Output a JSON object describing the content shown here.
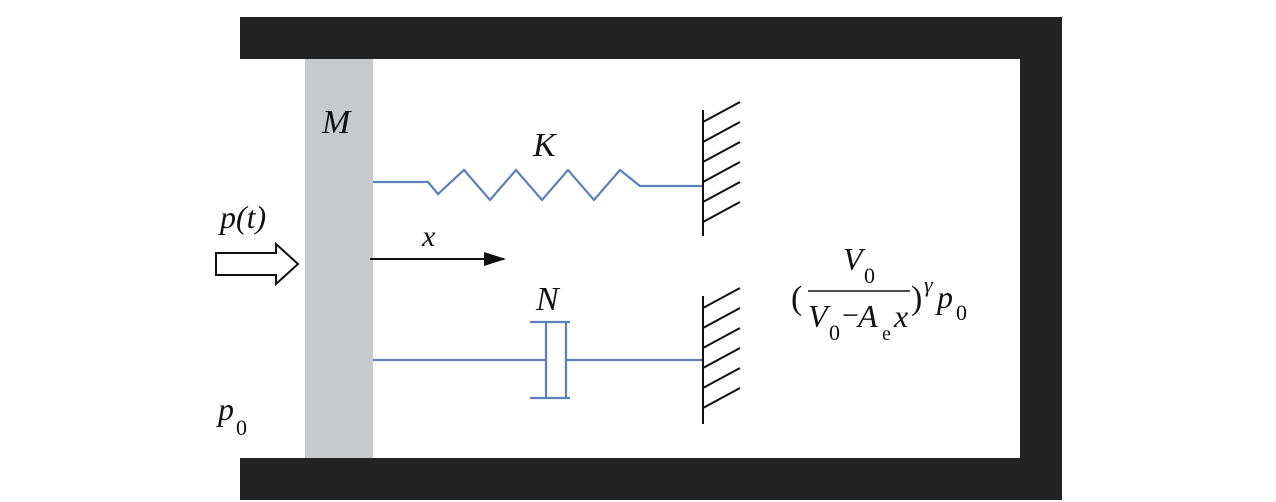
{
  "labels": {
    "mass": "M",
    "spring": "K",
    "damper": "N",
    "displacement": "x",
    "input_pressure": "p(t)",
    "ambient_pressure": "p",
    "ambient_pressure_sub": "0"
  },
  "formula": {
    "open_paren": "(",
    "num_var": "V",
    "num_sub": "0",
    "den_var1": "V",
    "den_sub1": "0",
    "den_minus": "−",
    "den_var2": "A",
    "den_sub2": "e",
    "den_var3": "x",
    "close_paren": ")",
    "exponent": "γ",
    "tail_var": "p",
    "tail_sub": "0"
  },
  "colors": {
    "wall": "#222222",
    "mass": "#c8c9cb",
    "spring": "#5b7fb8",
    "damper": "#5b7fb8",
    "ground": "#111111",
    "arrow": "#111111"
  }
}
